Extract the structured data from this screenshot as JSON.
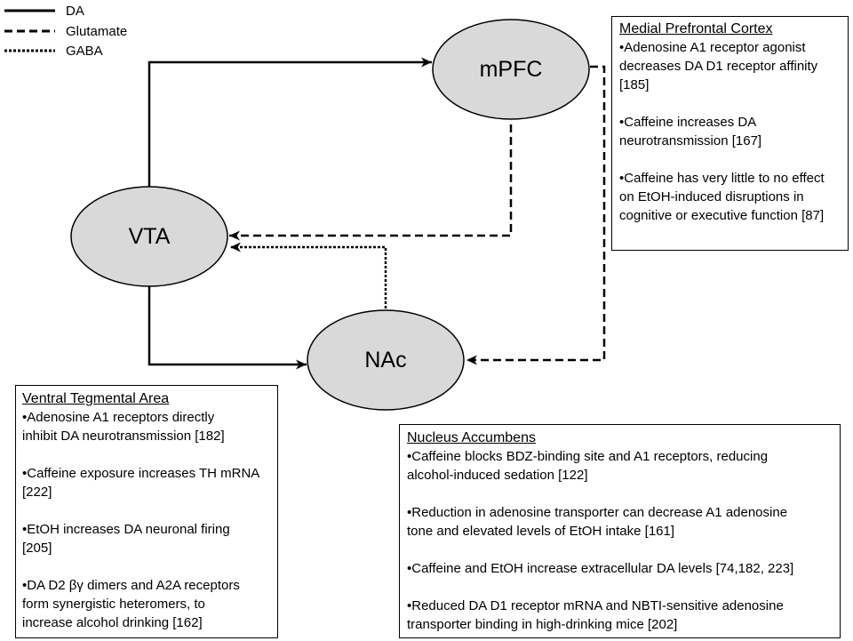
{
  "legend": {
    "items": [
      {
        "label": "DA",
        "line_style": "solid"
      },
      {
        "label": "Glutamate",
        "line_style": "dashed"
      },
      {
        "label": "GABA",
        "line_style": "dotted"
      }
    ]
  },
  "nodes": {
    "mpfc": {
      "label": "mPFC"
    },
    "vta": {
      "label": "VTA"
    },
    "nac": {
      "label": "NAc"
    }
  },
  "colors": {
    "node_fill": "#d9d9d9",
    "line": "#000000"
  },
  "boxes": {
    "mpfc": {
      "title": "Medial Prefrontal Cortex",
      "bullets": [
        [
          "•Adenosine A1 receptor agonist",
          "decreases DA D1 receptor affinity",
          "[185]"
        ],
        [
          "•Caffeine increases DA",
          "neurotransmission [167]"
        ],
        [
          "•Caffeine has very little to no effect",
          "on EtOH-induced disruptions in",
          "cognitive or executive function [87]"
        ]
      ]
    },
    "vta": {
      "title": "Ventral Tegmental Area",
      "bullets": [
        [
          "•Adenosine A1 receptors directly",
          "inhibit DA neurotransmission [182]"
        ],
        [
          "•Caffeine exposure increases TH mRNA",
          "[222]"
        ],
        [
          "•EtOH increases DA neuronal firing",
          "[205]"
        ],
        [
          "•DA D2 βγ dimers and A2A receptors",
          "form synergistic heteromers, to",
          "increase alcohol drinking [162]"
        ]
      ]
    },
    "nac": {
      "title": "Nucleus Accumbens",
      "bullets": [
        [
          "•Caffeine blocks BDZ-binding site and A1 receptors, reducing",
          "alcohol-induced sedation [122]"
        ],
        [
          "•Reduction in adenosine transporter can decrease A1 adenosine",
          "tone and elevated levels of EtOH intake [161]"
        ],
        [
          "•Caffeine and EtOH increase extracellular DA levels [74,182, 223]"
        ],
        [
          "•Reduced DA D1 receptor mRNA and NBTI-sensitive adenosine",
          "transporter binding in high-drinking mice [202]"
        ]
      ]
    }
  }
}
